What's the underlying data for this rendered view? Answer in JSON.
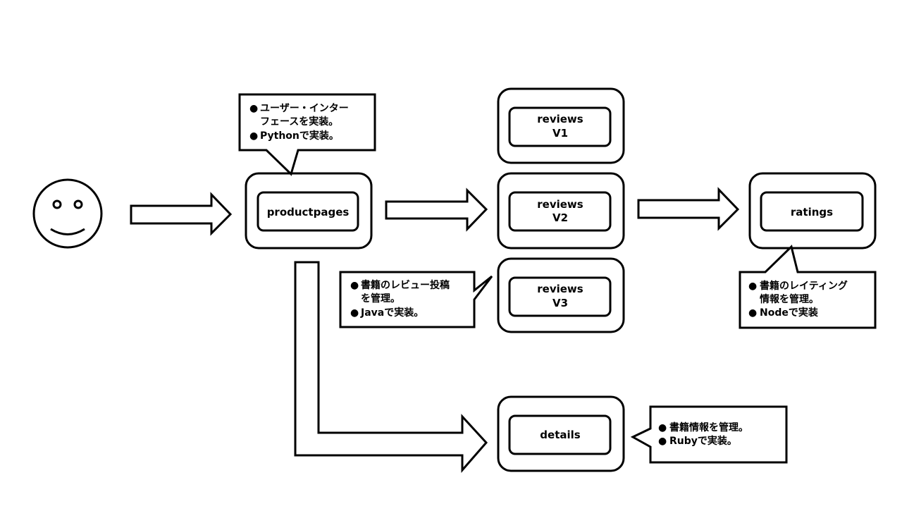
{
  "services": {
    "productpage": {
      "label": "productpages"
    },
    "reviews_v1": {
      "line1": "reviews",
      "line2": "V1"
    },
    "reviews_v2": {
      "line1": "reviews",
      "line2": "V2"
    },
    "reviews_v3": {
      "line1": "reviews",
      "line2": "V3"
    },
    "ratings": {
      "label": "ratings"
    },
    "details": {
      "label": "details"
    }
  },
  "callouts": {
    "productpage": {
      "bullet1_line1": "ユーザー・インター",
      "bullet1_line2": "フェースを実装。",
      "bullet2": "Pythonで実装。"
    },
    "reviews": {
      "bullet1_line1": "書籍のレビュー投稿",
      "bullet1_line2": "を管理。",
      "bullet2": "Javaで実装。"
    },
    "ratings": {
      "bullet1_line1": "書籍のレイティング",
      "bullet1_line2": "情報を管理。",
      "bullet2": "Nodeで実装"
    },
    "details": {
      "bullet1": "書籍情報を管理。",
      "bullet2": "Rubyで実装。"
    }
  },
  "bullet_glyph": "●",
  "icons": {
    "user": "smiley-face-icon"
  }
}
